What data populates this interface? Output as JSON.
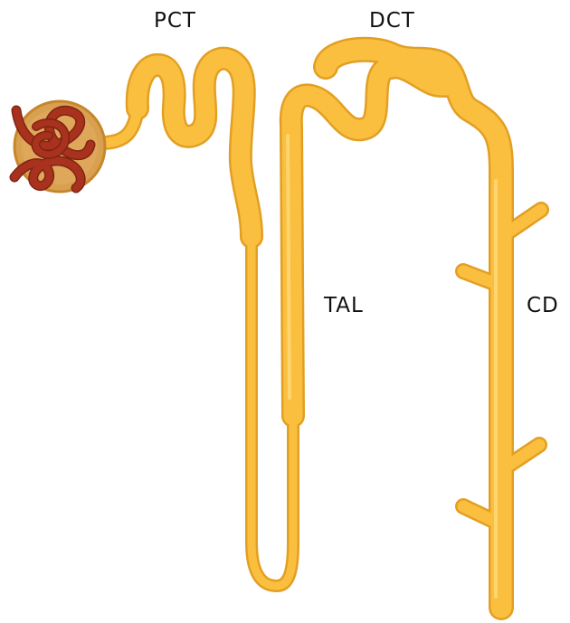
{
  "labels": {
    "pct": "PCT",
    "dct": "DCT",
    "tal": "TAL",
    "cd": "CD"
  },
  "colors": {
    "tubule_fill": "#fbbf3f",
    "tubule_outline": "#e29f23",
    "tubule_highlight": "#ffd97a",
    "capsule_fill": "#d9a050",
    "capsule_outline": "#c6872c",
    "glomerulus": "#a8321e",
    "glomerulus_dark": "#7f2412",
    "label_text": "#111111"
  }
}
